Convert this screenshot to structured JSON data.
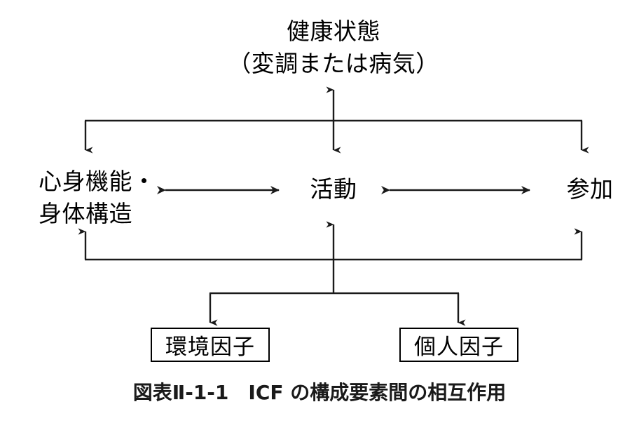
{
  "figure": {
    "caption": "図表Ⅱ-1-1　ICF の構成要素間の相互作用",
    "caption_label": "図表Ⅱ-1-1",
    "caption_title": "ICF の構成要素間の相互作用"
  },
  "nodes": {
    "health_condition": {
      "line1": "健康状態",
      "line2": "（変調または病気）"
    },
    "body_functions": {
      "line1": "心身機能・",
      "line2": "身体構造"
    },
    "activity": {
      "label": "活動"
    },
    "participation": {
      "label": "参加"
    },
    "environmental_factors": {
      "label": "環境因子"
    },
    "personal_factors": {
      "label": "個人因子"
    }
  },
  "colors": {
    "stroke": "#1a1a1a",
    "text": "#000000",
    "background": "#ffffff"
  },
  "chart_data": {
    "type": "diagram",
    "title": "ICF の構成要素間の相互作用",
    "nodes": [
      {
        "id": "health_condition",
        "label": "健康状態（変調または病気）",
        "shape": "text"
      },
      {
        "id": "body_functions",
        "label": "心身機能・身体構造",
        "shape": "text"
      },
      {
        "id": "activity",
        "label": "活動",
        "shape": "text"
      },
      {
        "id": "participation",
        "label": "参加",
        "shape": "text"
      },
      {
        "id": "environmental_factors",
        "label": "環境因子",
        "shape": "box"
      },
      {
        "id": "personal_factors",
        "label": "個人因子",
        "shape": "box"
      }
    ],
    "edges": [
      {
        "from": "health_condition",
        "to": "body_functions",
        "direction": "bidirectional"
      },
      {
        "from": "health_condition",
        "to": "activity",
        "direction": "bidirectional"
      },
      {
        "from": "health_condition",
        "to": "participation",
        "direction": "bidirectional"
      },
      {
        "from": "body_functions",
        "to": "activity",
        "direction": "bidirectional"
      },
      {
        "from": "activity",
        "to": "participation",
        "direction": "bidirectional"
      },
      {
        "from": "environmental_factors",
        "to": "body_functions",
        "direction": "bidirectional"
      },
      {
        "from": "environmental_factors",
        "to": "activity",
        "direction": "bidirectional"
      },
      {
        "from": "environmental_factors",
        "to": "participation",
        "direction": "bidirectional"
      },
      {
        "from": "personal_factors",
        "to": "body_functions",
        "direction": "bidirectional"
      },
      {
        "from": "personal_factors",
        "to": "activity",
        "direction": "bidirectional"
      },
      {
        "from": "personal_factors",
        "to": "participation",
        "direction": "bidirectional"
      }
    ]
  }
}
